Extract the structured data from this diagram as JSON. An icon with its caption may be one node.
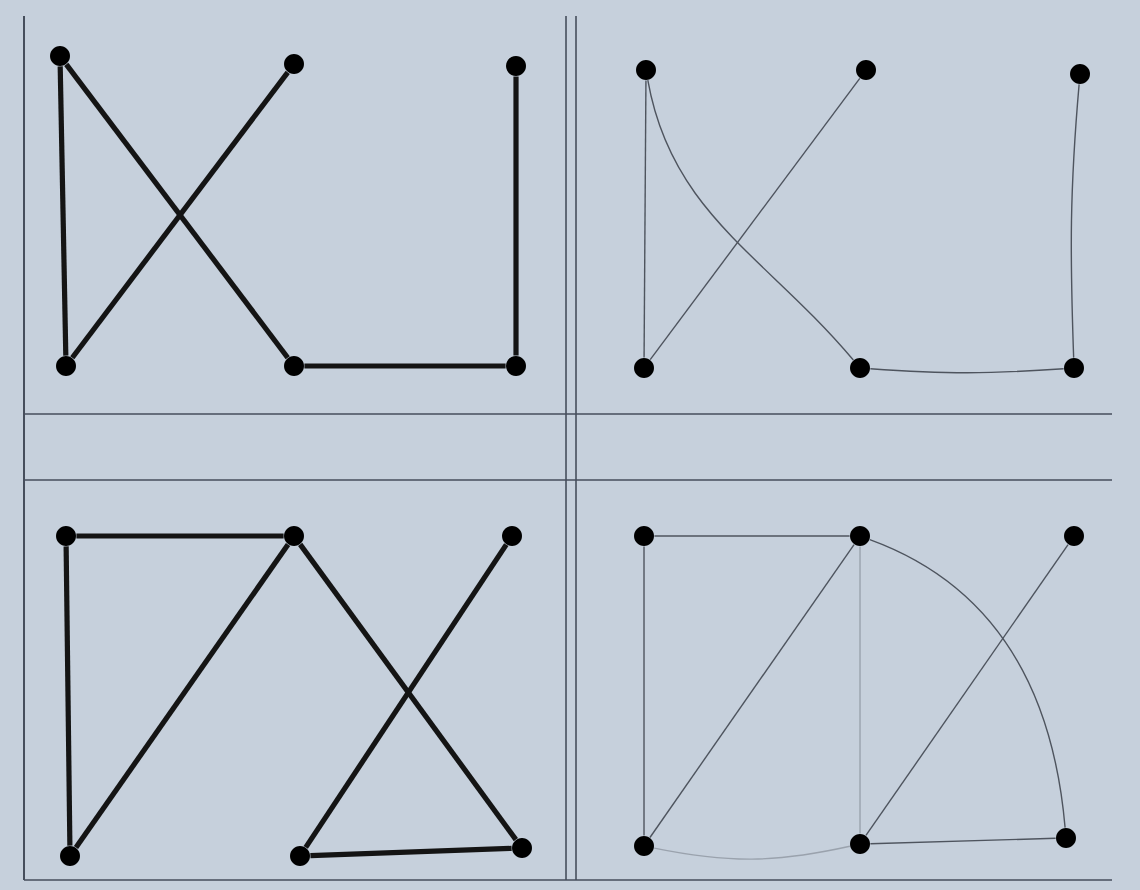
{
  "diagram": {
    "nodes": [
      {
        "text": [],
        "shape": "circle"
      },
      {
        "text": [],
        "shape": "circle"
      },
      {
        "text": [],
        "shape": "circle"
      },
      {
        "text": [],
        "shape": "circle"
      },
      {
        "text": [],
        "shape": "circle"
      },
      {
        "text": [],
        "shape": "circle"
      },
      {
        "text": [],
        "shape": "circle"
      },
      {
        "text": [],
        "shape": "circle"
      },
      {
        "text": [],
        "shape": "circle"
      },
      {
        "text": [],
        "shape": "circle"
      },
      {
        "text": [],
        "shape": "circle"
      },
      {
        "text": [],
        "shape": "circle"
      },
      {
        "text": [],
        "shape": "circle"
      },
      {
        "text": [],
        "shape": "circle"
      },
      {
        "text": [],
        "shape": "circle"
      },
      {
        "text": [],
        "shape": "circle"
      },
      {
        "text": [],
        "shape": "circle"
      },
      {
        "text": [],
        "shape": "circle"
      },
      {
        "text": [],
        "shape": "circle"
      },
      {
        "text": [],
        "shape": "circle"
      },
      {
        "text": [],
        "shape": "circle"
      },
      {
        "text": [],
        "shape": "circle"
      },
      {
        "text": [],
        "shape": "circle"
      },
      {
        "text": [],
        "shape": "circle"
      }
    ],
    "edges": [
      {
        "from": 0,
        "to": 3,
        "arrow": "none",
        "style": "thick",
        "color": "#141414"
      },
      {
        "from": 0,
        "to": 4,
        "arrow": "none",
        "style": "thick",
        "color": "#141414"
      },
      {
        "from": 1,
        "to": 3,
        "arrow": "none",
        "style": "thick",
        "color": "#141414"
      },
      {
        "from": 4,
        "to": 5,
        "arrow": "none",
        "style": "thick",
        "color": "#141414"
      },
      {
        "from": 2,
        "to": 5,
        "arrow": "none",
        "style": "thick",
        "color": "#141414"
      },
      {
        "from": 6,
        "to": 9,
        "arrow": "none"
      },
      {
        "from": 6,
        "to": 10,
        "arrow": "none"
      },
      {
        "from": 7,
        "to": 9,
        "arrow": "none"
      },
      {
        "from": 10,
        "to": 11,
        "arrow": "none"
      },
      {
        "from": 8,
        "to": 11,
        "arrow": "none"
      },
      {
        "from": 12,
        "to": 13,
        "arrow": "none",
        "style": "thick",
        "color": "#141414"
      },
      {
        "from": 12,
        "to": 15,
        "arrow": "none",
        "style": "thick",
        "color": "#141414"
      },
      {
        "from": 13,
        "to": 15,
        "arrow": "none",
        "style": "thick",
        "color": "#141414"
      },
      {
        "from": 13,
        "to": 17,
        "arrow": "none",
        "style": "thick",
        "color": "#141414"
      },
      {
        "from": 14,
        "to": 16,
        "arrow": "none",
        "style": "thick",
        "color": "#141414"
      },
      {
        "from": 16,
        "to": 17,
        "arrow": "none",
        "style": "thick",
        "color": "#141414"
      },
      {
        "from": 18,
        "to": 19,
        "arrow": "none"
      },
      {
        "from": 18,
        "to": 21,
        "arrow": "none"
      },
      {
        "from": 19,
        "to": 21,
        "arrow": "none"
      },
      {
        "from": 19,
        "to": 22,
        "arrow": "none",
        "color": "#9aa2ad"
      },
      {
        "from": 21,
        "to": 22,
        "arrow": "none",
        "color": "#9aa2ad"
      },
      {
        "from": 19,
        "to": 23,
        "arrow": "none"
      },
      {
        "from": 20,
        "to": 22,
        "arrow": "none"
      },
      {
        "from": 22,
        "to": 23,
        "arrow": "none"
      }
    ]
  }
}
